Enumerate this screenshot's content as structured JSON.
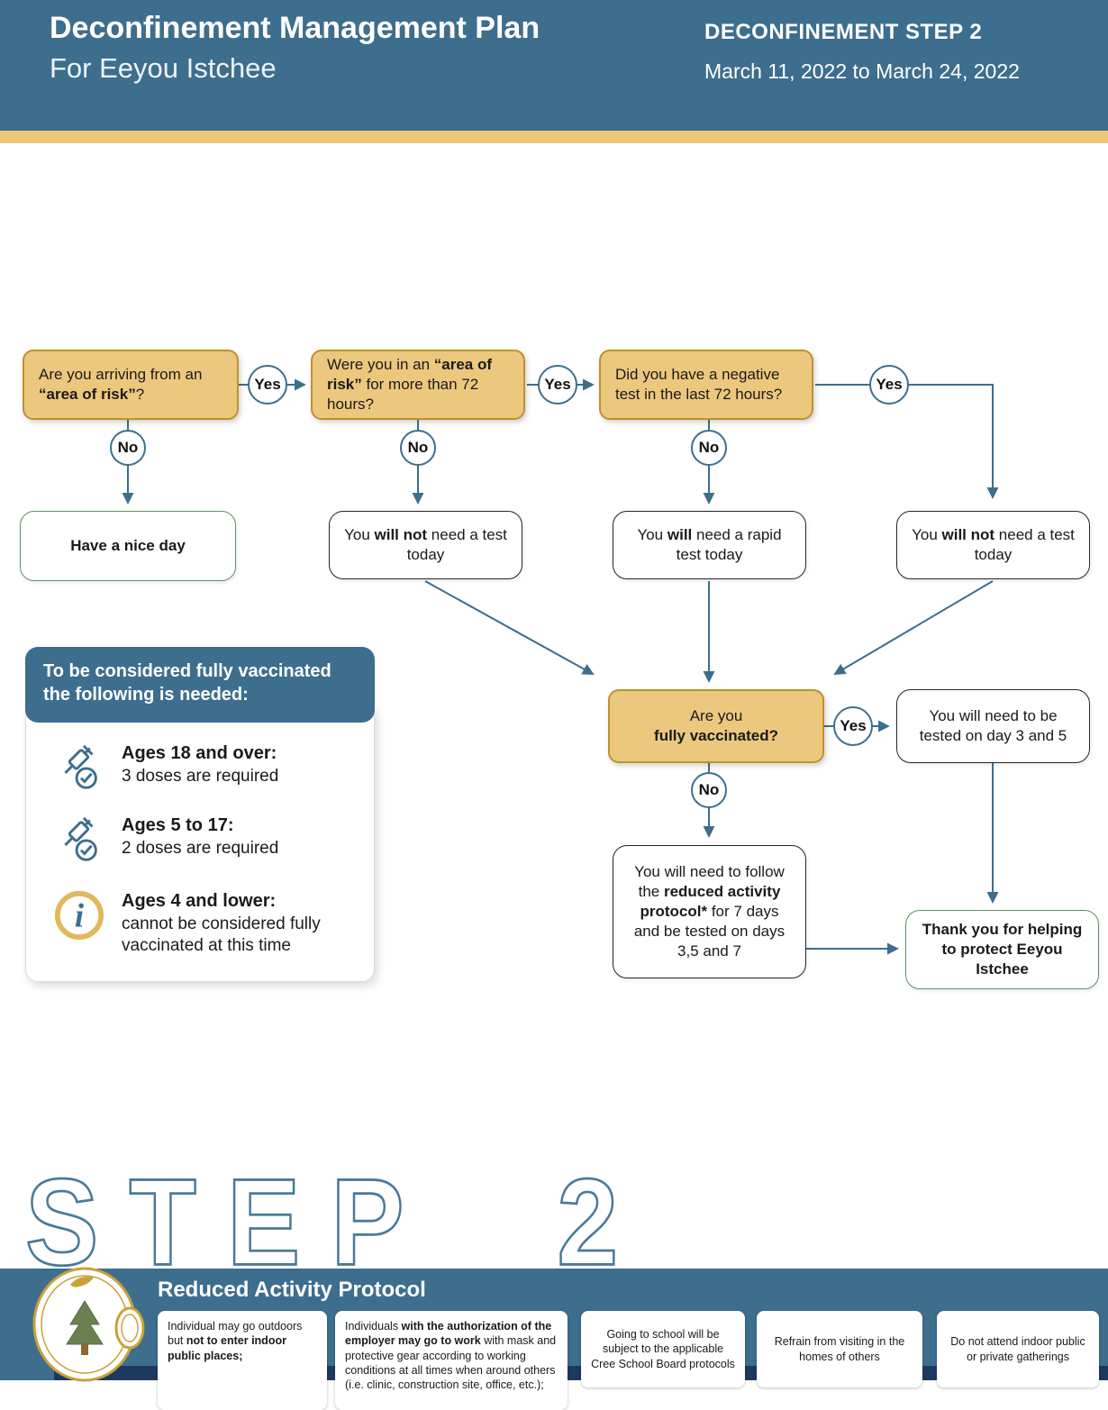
{
  "header": {
    "title_line1": "Deconfinement Management Plan",
    "title_line2": "For Eeyou Istchee",
    "step_label": "DECONFINEMENT STEP 2",
    "date_range": "March 11, 2022 to March 24, 2022"
  },
  "flowchart": {
    "yes_label": "Yes",
    "no_label": "No",
    "q_arriving": {
      "pre": "Are you arriving from an ",
      "bold": "“area of risk”",
      "post": "?"
    },
    "q_duration": {
      "pre": "Were you in an ",
      "bold": "“area of risk”",
      "post": " for more than 72 hours?"
    },
    "q_negative_test": {
      "text": "Did you have a negative test in the last 72 hours?"
    },
    "q_vaccinated": {
      "line1": "Are you",
      "line2": "fully vaccinated?"
    },
    "outcome_nice_day": "Have a nice day",
    "outcome_no_test_mid": {
      "pre": "You ",
      "bold": "will not",
      "post": " need a test today"
    },
    "outcome_rapid_test": {
      "pre": "You ",
      "bold": "will",
      "post": " need a rapid test today"
    },
    "outcome_no_test_right": {
      "pre": "You ",
      "bold": "will not",
      "post": " need a test today"
    },
    "outcome_day35": "You will need to be tested on day 3 and 5",
    "outcome_reduced": {
      "pre": "You will need to follow the ",
      "bold": "reduced activity protocol*",
      "post": " for 7 days and be tested on days 3,5 and 7"
    },
    "outcome_thanks": "Thank you for helping to protect Eeyou Istchee"
  },
  "vaccine_panel": {
    "header": "To be considered fully vaccinated the following is needed:",
    "items": [
      {
        "icon": "syringe-icon",
        "title": "Ages 18 and over:",
        "text": "3 doses are required"
      },
      {
        "icon": "syringe-icon",
        "title": "Ages 5 to 17:",
        "text": "2 doses are required"
      },
      {
        "icon": "info-icon",
        "title": "Ages 4 and lower:",
        "text": "cannot be considered fully vaccinated at this time"
      }
    ]
  },
  "step_watermark": "STEP 2",
  "footer": {
    "title": "Reduced Activity Protocol",
    "cards": [
      {
        "pre": "Individual may go outdoors but ",
        "bold": "not to enter indoor public places;",
        "post": ""
      },
      {
        "pre": "Individuals ",
        "bold": "with the authorization of the employer may go to work",
        "post": " with mask and protective gear according to working conditions at all times when around others (i.e. clinic, construction site, office, etc.);"
      },
      {
        "pre": "Going to school will be subject to the applicable Cree School Board protocols",
        "bold": "",
        "post": ""
      },
      {
        "pre": "Refrain from visiting in the homes of others",
        "bold": "",
        "post": ""
      },
      {
        "pre": "Do not attend indoor public or private gatherings",
        "bold": "",
        "post": ""
      }
    ]
  },
  "colors": {
    "teal": "#3d6e8e",
    "gold_box": "#ecc87e",
    "gold_border": "#c0912c",
    "accent_bar": "#eac878",
    "green_border": "#5f9163",
    "navy": "#1d3a5e",
    "connector": "#3e6e8c"
  }
}
